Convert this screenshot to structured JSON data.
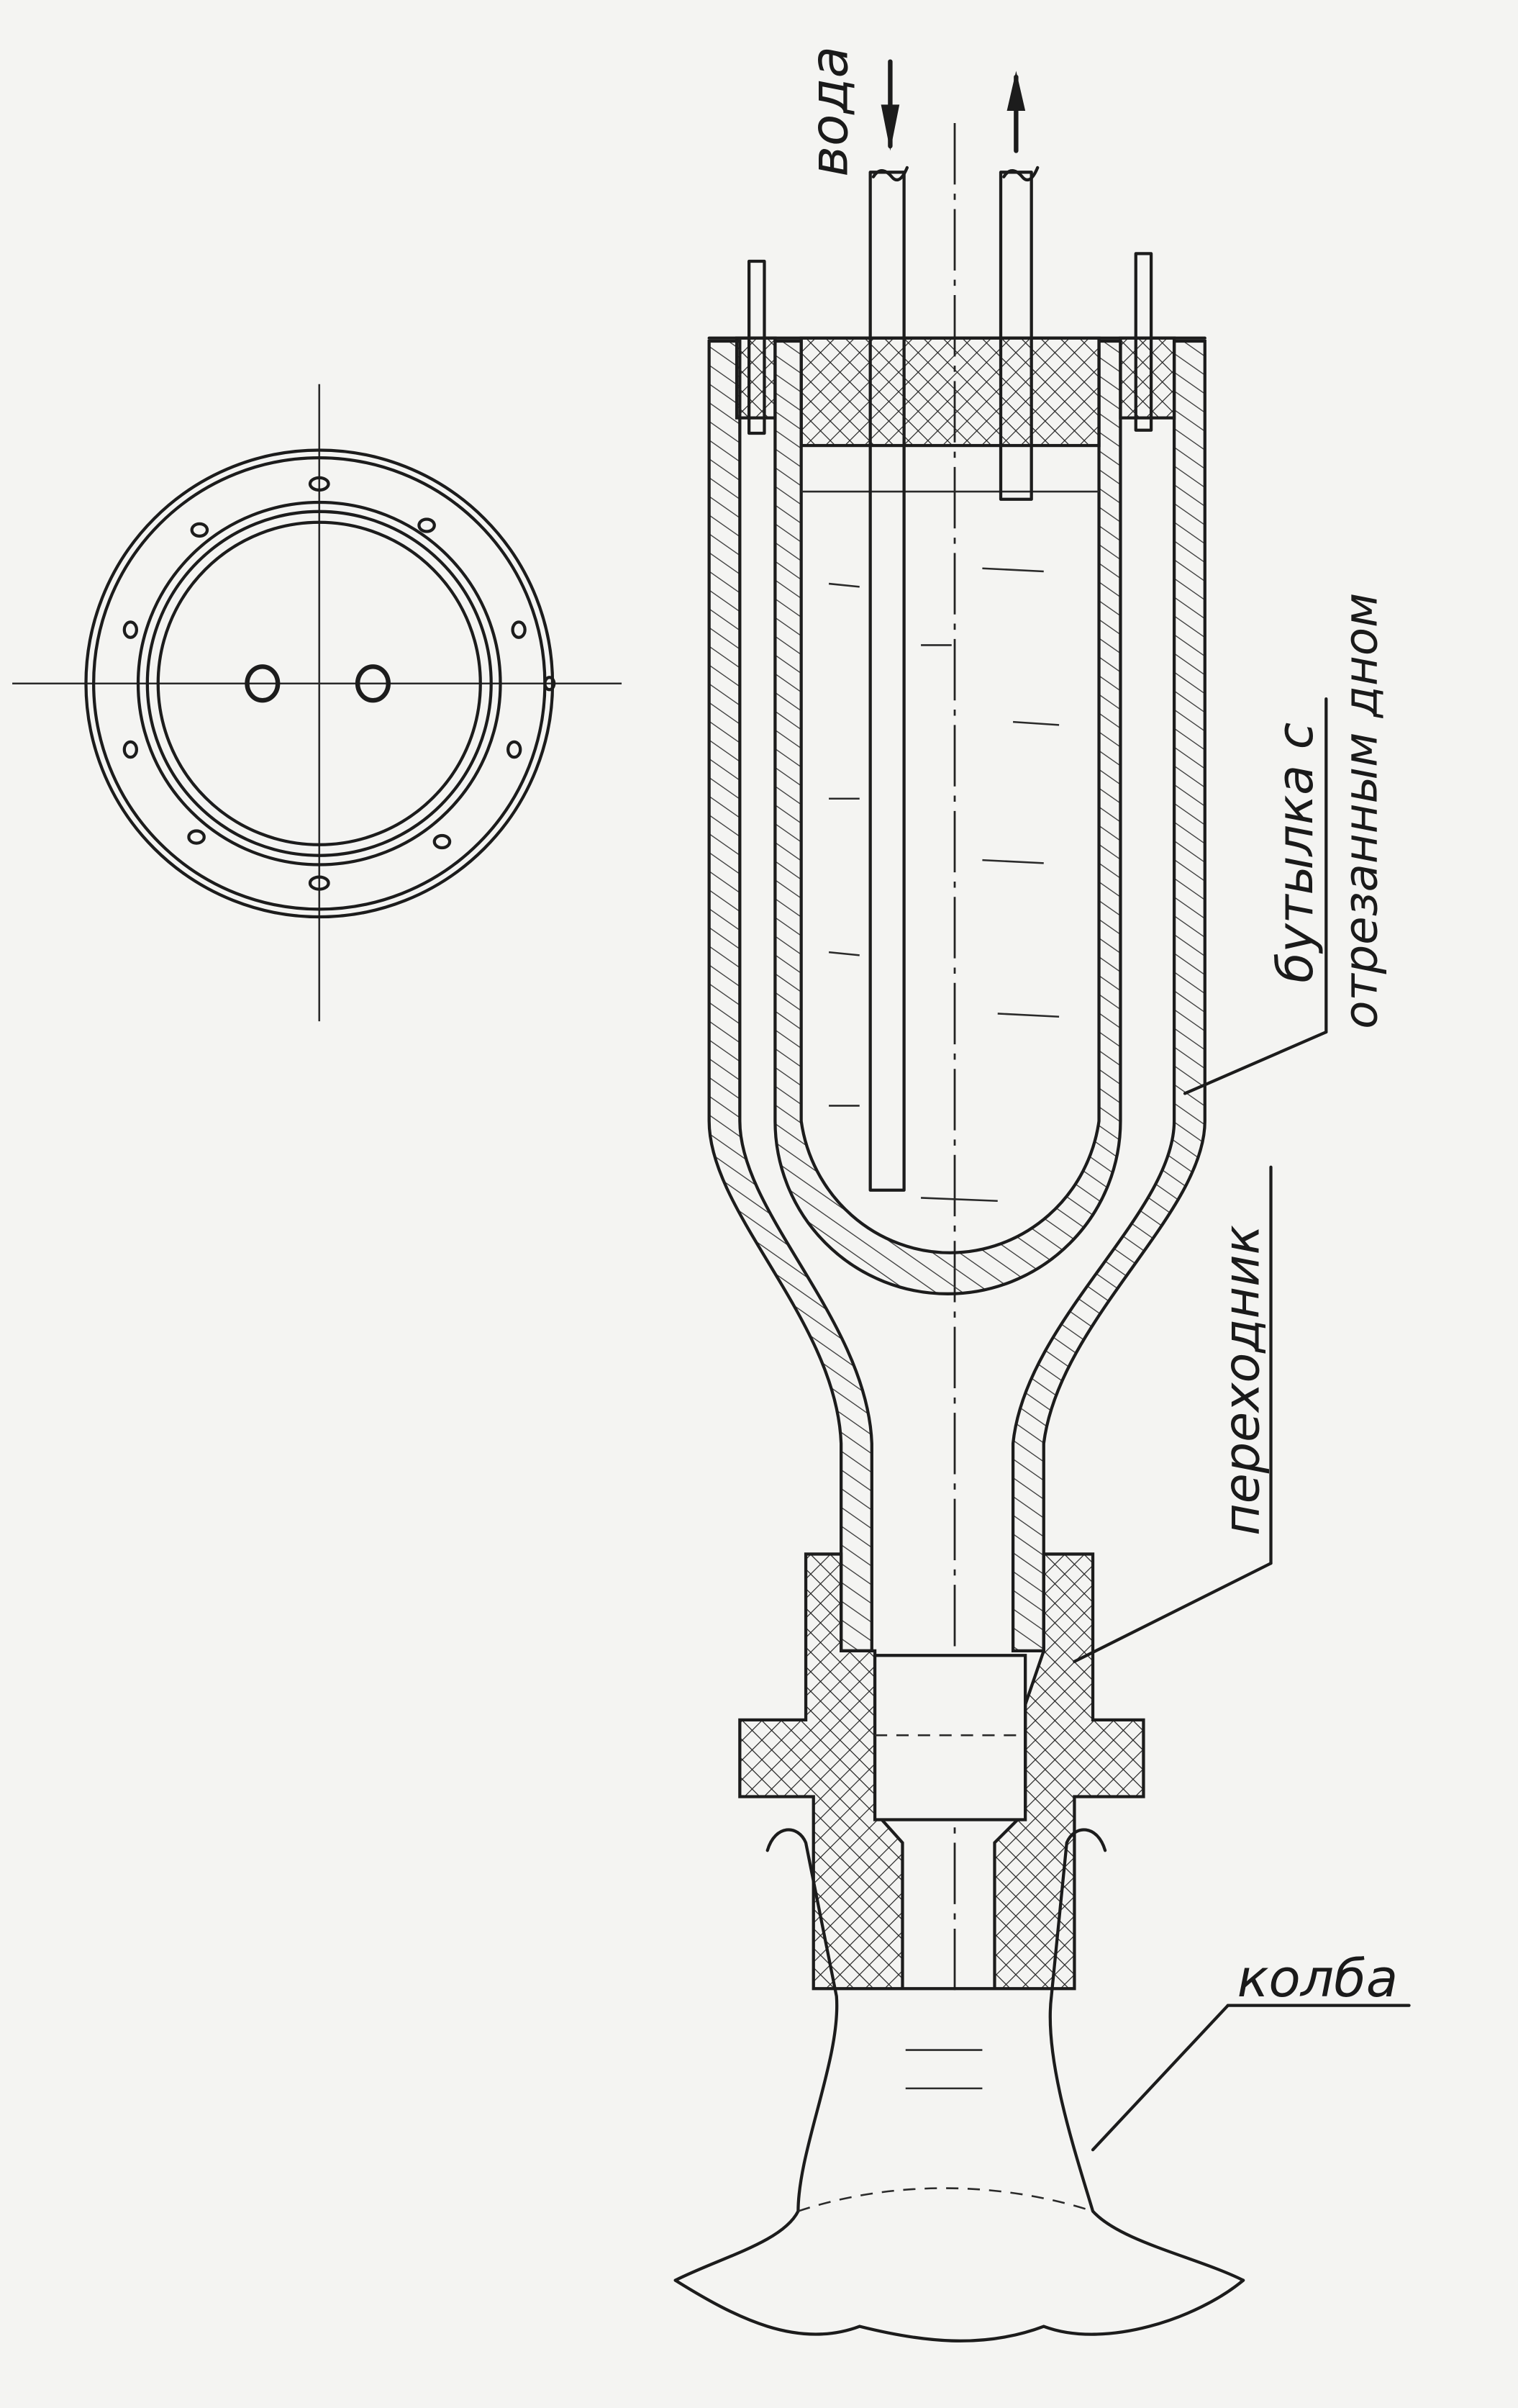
{
  "labels": {
    "water": "вода",
    "bottle_line1": "бутылка с",
    "bottle_line2": "отрезанным дном",
    "adapter": "переходник",
    "flask": "колба"
  },
  "colors": {
    "paper": "#f4f4f2",
    "ink": "#1c1c1c"
  }
}
